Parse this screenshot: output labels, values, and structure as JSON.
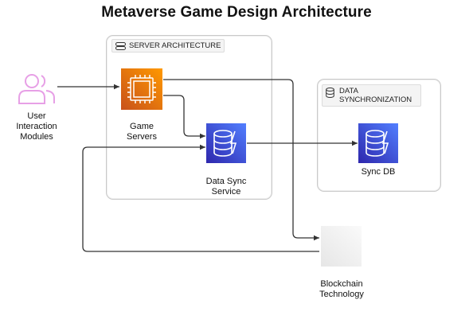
{
  "title": "Metaverse Game Design Architecture",
  "groups": {
    "server": {
      "label": "SERVER ARCHITECTURE"
    },
    "data": {
      "label": "DATA SYNCHRONIZATION"
    }
  },
  "nodes": {
    "user": {
      "label": "User Interaction Modules",
      "icon": "users-icon"
    },
    "game_servers": {
      "label": "Game Servers",
      "icon": "ec2-chip-icon"
    },
    "data_sync": {
      "label": "Data Sync Service",
      "icon": "dynamodb-icon"
    },
    "sync_db": {
      "label": "Sync DB",
      "icon": "dynamodb-icon"
    },
    "blockchain": {
      "label": "Blockchain Technology",
      "icon": "blank-placeholder-icon"
    }
  },
  "colors": {
    "ec2_orange_top": "#F78E04",
    "ec2_orange_bottom": "#D86613",
    "dynamo_blue_top": "#4D72F3",
    "dynamo_blue_bottom": "#3334B9",
    "user_icon": "#E7A0E6",
    "edge": "#333333"
  }
}
